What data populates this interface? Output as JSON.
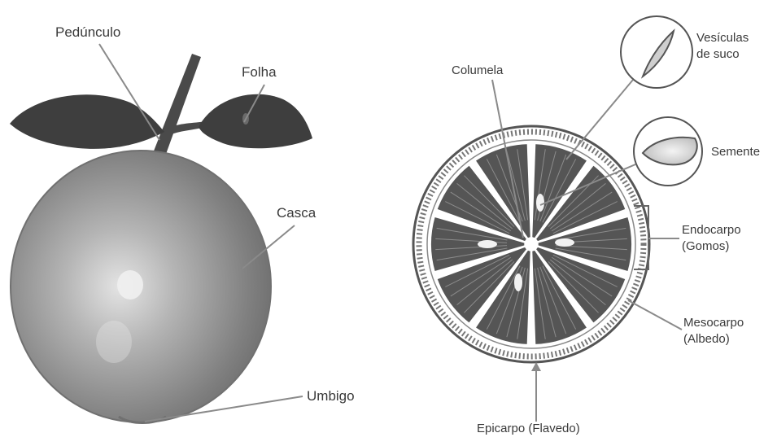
{
  "fruit_whole": {
    "labels": {
      "peduncle": "Pedúnculo",
      "leaf": "Folha",
      "peel": "Casca",
      "navel": "Umbigo"
    }
  },
  "fruit_section": {
    "labels": {
      "columella": "Columela",
      "juice_vesicles_line1": "Vesículas",
      "juice_vesicles_line2": "de suco",
      "seed": "Semente",
      "endocarp_line1": "Endocarpo",
      "endocarp_line2": "(Gomos)",
      "mesocarp_line1": "Mesocarpo",
      "mesocarp_line2": "(Albedo)",
      "epicarp": "Epicarpo (Flavedo)"
    },
    "segment_count": 10
  },
  "colors": {
    "fruit_dark": "#4a4a4a",
    "fruit_light": "#d8d8d8",
    "leaf": "#3e3e3e",
    "segment": "#555555",
    "leader": "#8a8a8a"
  }
}
